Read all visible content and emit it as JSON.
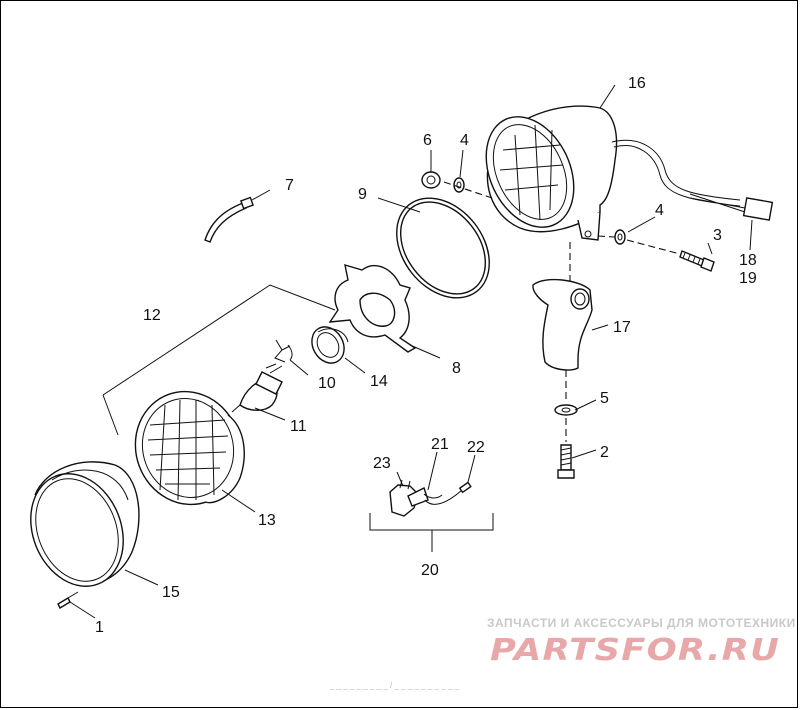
{
  "callouts": {
    "c1": "1",
    "c2": "2",
    "c3": "3",
    "c4a": "4",
    "c4b": "4",
    "c5": "5",
    "c6": "6",
    "c7": "7",
    "c8": "8",
    "c9": "9",
    "c10": "10",
    "c11": "11",
    "c12": "12",
    "c13": "13",
    "c14": "14",
    "c15": "15",
    "c16": "16",
    "c17": "17",
    "c18": "18",
    "c19": "19",
    "c20": "20",
    "c21": "21",
    "c22": "22",
    "c23": "23"
  },
  "watermark": {
    "tagline": "ЗАПЧАСТИ И АКСЕССУАРЫ ДЛЯ МОТОТЕХНИКИ",
    "logo": "PARTSFOR.RU",
    "color": "#e8a8aa"
  },
  "footer_code": "_ _ _ _ _ _ _ _  _  / _ _  _ _ _ _ _ _ _ _"
}
